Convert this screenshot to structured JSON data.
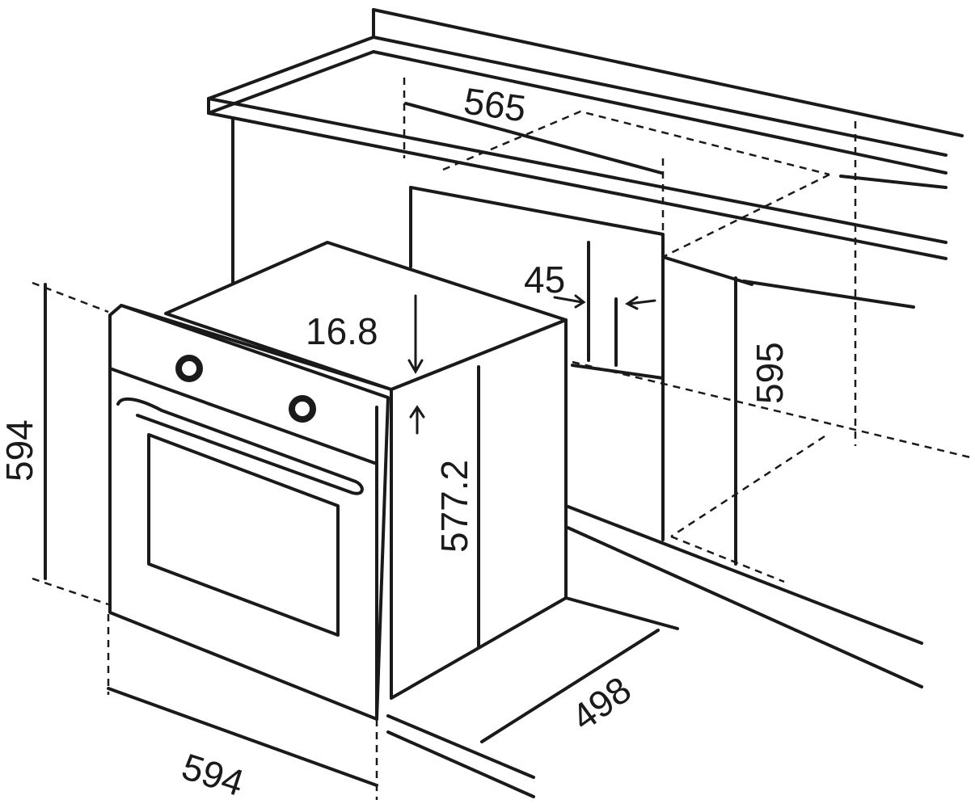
{
  "dimensions": {
    "cutout_width": "565",
    "side_gap": "45",
    "cutout_height": "595",
    "panel_offset": "16.8",
    "body_height": "577.2",
    "oven_height": "594",
    "oven_width": "594",
    "oven_depth": "498"
  },
  "icons": [
    "knob-icon",
    "knob-icon"
  ]
}
